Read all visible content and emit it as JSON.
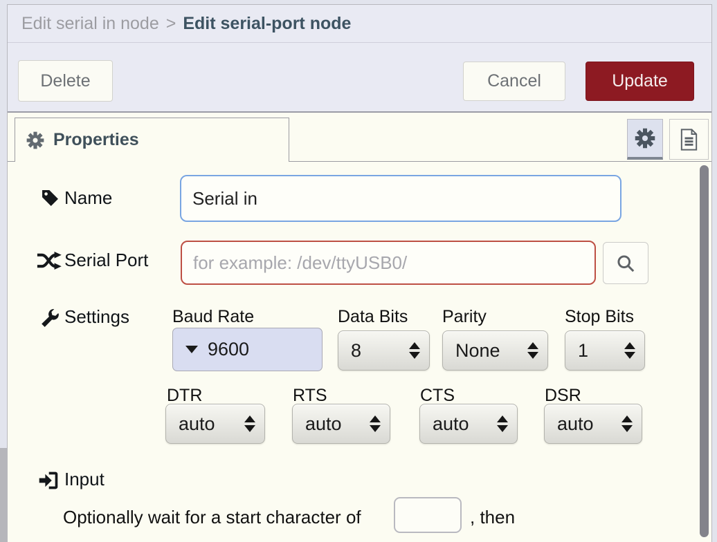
{
  "header": {
    "breadcrumb_parent": "Edit serial in node",
    "separator": ">",
    "title": "Edit serial-port node"
  },
  "toolbar": {
    "delete_label": "Delete",
    "cancel_label": "Cancel",
    "update_label": "Update"
  },
  "tabbar": {
    "properties_label": "Properties"
  },
  "form": {
    "name": {
      "label": "Name",
      "value": "Serial in"
    },
    "serial_port": {
      "label": "Serial Port",
      "value": "",
      "placeholder": "for example: /dev/ttyUSB0/"
    },
    "settings": {
      "label": "Settings",
      "baud": {
        "label": "Baud Rate",
        "value": "9600"
      },
      "selects_row1": [
        {
          "label": "Data Bits",
          "value": "8"
        },
        {
          "label": "Parity",
          "value": "None"
        },
        {
          "label": "Stop Bits",
          "value": "1"
        }
      ],
      "selects_row2": [
        {
          "label": "DTR",
          "value": "auto"
        },
        {
          "label": "RTS",
          "value": "auto"
        },
        {
          "label": "CTS",
          "value": "auto"
        },
        {
          "label": "DSR",
          "value": "auto"
        }
      ]
    },
    "input_section": {
      "label": "Input",
      "wait_text_before": "Optionally wait for a start character of",
      "wait_input_value": "",
      "wait_text_after": ", then"
    }
  },
  "icons": {
    "tab": "gear-icon",
    "name_row": "tag-icon",
    "serial_row": "shuffle-icon",
    "settings_row": "wrench-icon",
    "input_row": "sign-in-icon",
    "search": "search-icon",
    "top_right": [
      "gear-icon",
      "document-icon"
    ]
  },
  "colors": {
    "update_button_bg": "#8d1a22",
    "focused_input_border": "#79a5e2",
    "invalid_input_border": "#bd4f44",
    "baud_dropdown_bg": "#d9ddf1",
    "header_bg": "#e9eaf3",
    "content_bg": "#fcfcf2",
    "title_text": "#3d5362"
  }
}
